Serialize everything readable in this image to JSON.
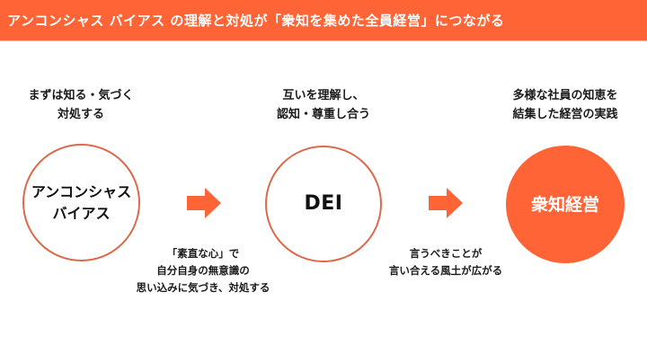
{
  "header": {
    "title": "アンコンシャス バイアス の理解と対処が「衆知を集めた全員経営」につながる"
  },
  "colors": {
    "accent": "#ff6436",
    "circle_outline": "#dc6a4a",
    "header_text": "#ffffff",
    "body_text": "#1a1a1a"
  },
  "steps": [
    {
      "heading_lines": [
        "まずは知る・気づく",
        "対処する"
      ],
      "circle_lines": [
        "アンコンシャス",
        "バイアス"
      ],
      "circle_style": "outline"
    },
    {
      "heading_lines": [
        "互いを理解し、",
        "認知・尊重し合う"
      ],
      "circle_lines": [
        "DEI"
      ],
      "circle_style": "outline"
    },
    {
      "heading_lines": [
        "多様な社員の知恵を",
        "結集した経営の実践"
      ],
      "circle_lines": [
        "衆知経営"
      ],
      "circle_style": "filled"
    }
  ],
  "transitions": [
    {
      "icon": "right-arrow-icon",
      "caption_lines": [
        "「素直な心」で",
        "自分自身の無意識の",
        "思い込みに気づき、対処する"
      ]
    },
    {
      "icon": "right-arrow-icon",
      "caption_lines": [
        "言うべきことが",
        "言い合える風土が広がる"
      ]
    }
  ]
}
